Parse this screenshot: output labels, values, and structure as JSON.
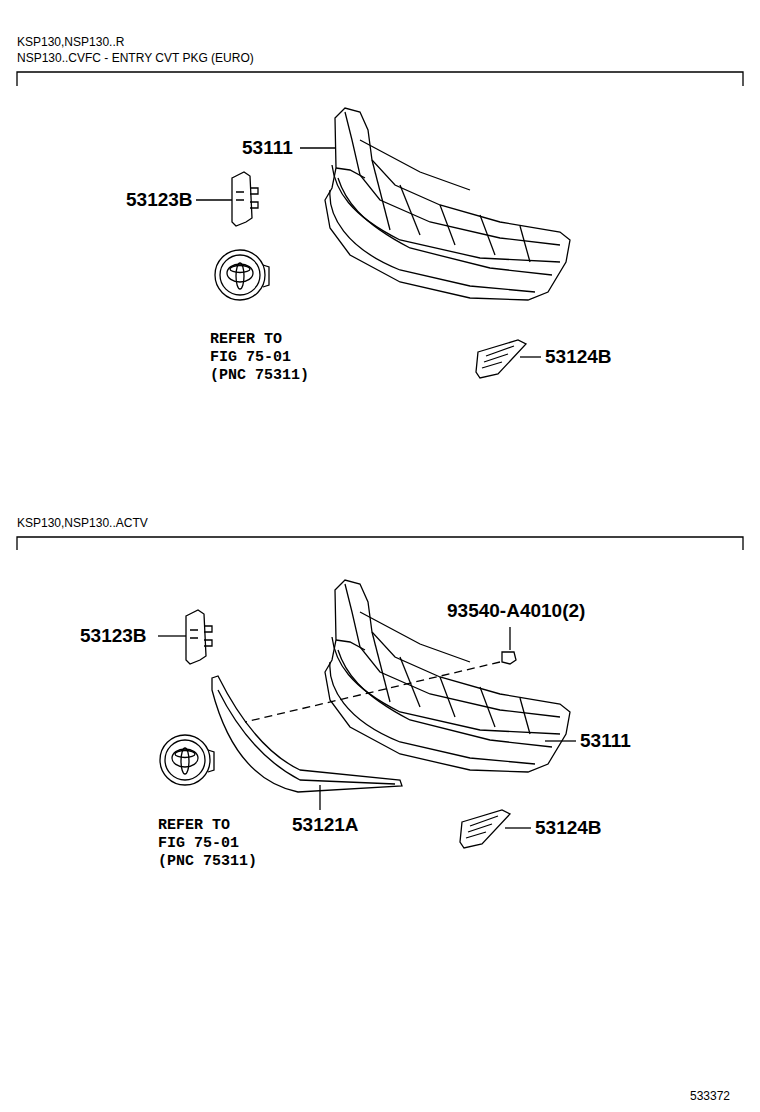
{
  "diagram": {
    "labels": [
      "KSP130,NSP130..R",
      "NSP130..CVFC - ENTRY CVT PKG (EURO)",
      "53111",
      "53123B",
      "REFER TO FIG 75-01 (PNC 75311)",
      "53124B",
      "KSP130,NSP130..ACTV",
      "53123B",
      "93540-A4010(2)",
      "53111",
      "53121A",
      "REFER TO FIG 75-01 (PNC 75311)",
      "53124B",
      "533372"
    ]
  }
}
